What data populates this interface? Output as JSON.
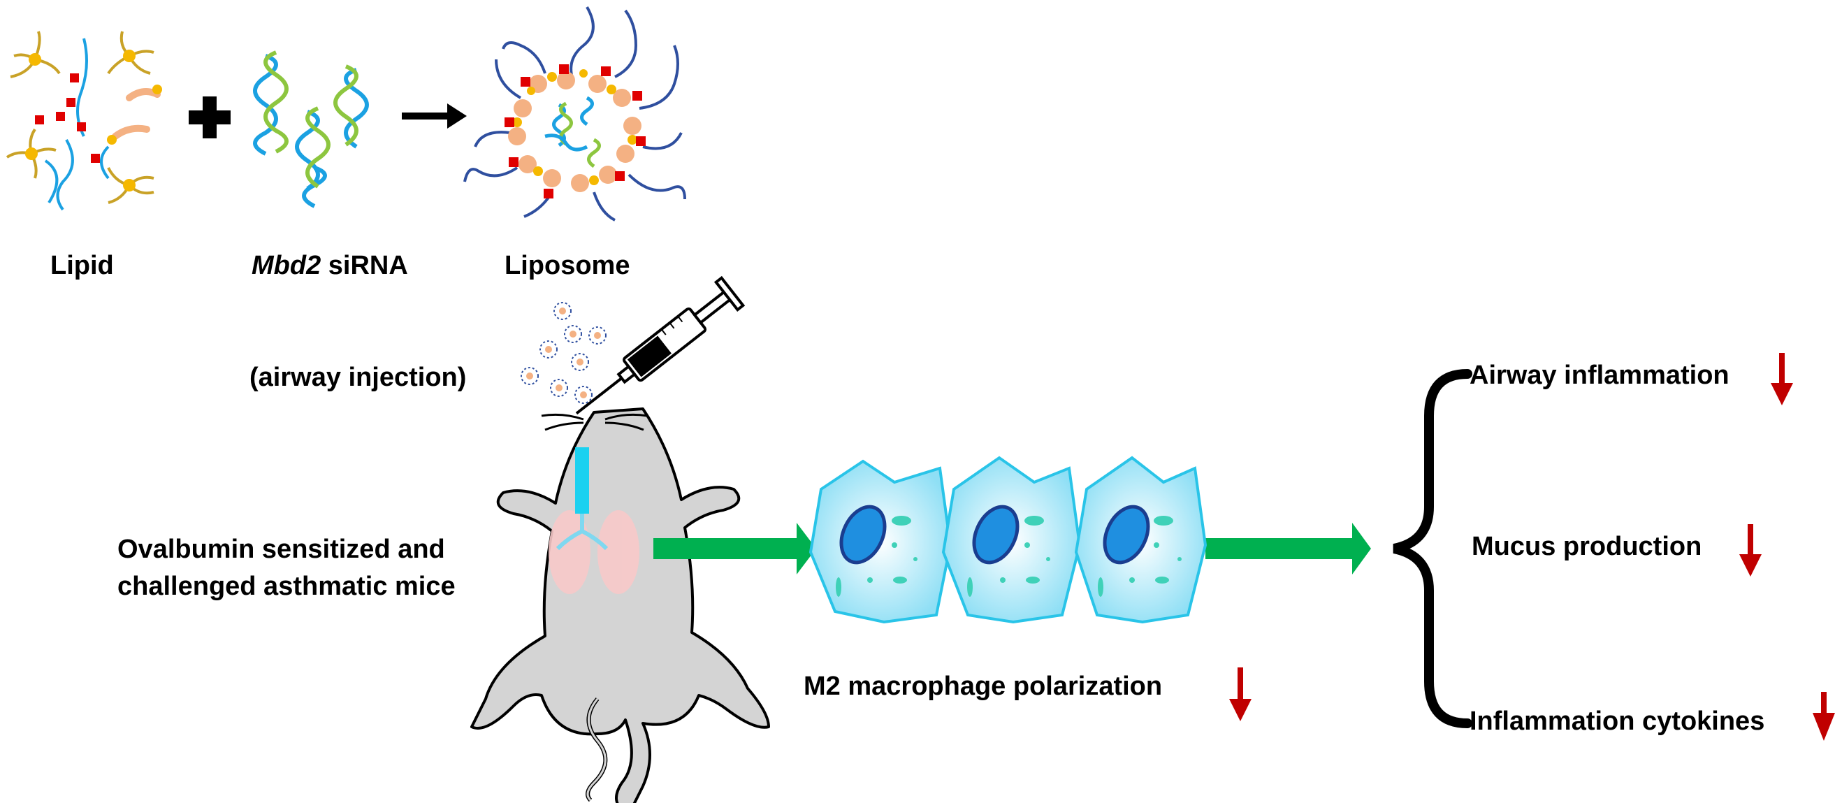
{
  "labels": {
    "lipid": "Lipid",
    "sirna_italic": "Mbd2",
    "sirna_rest": " siRNA",
    "liposome": "Liposome",
    "airway_injection": "(airway injection)",
    "mice_line1": "Ovalbumin sensitized and",
    "mice_line2": "challenged asthmatic mice",
    "m2": "M2 macrophage polarization"
  },
  "outcomes": [
    {
      "label": "Airway inflammation",
      "trend": "decrease"
    },
    {
      "label": "Mucus production",
      "trend": "decrease"
    },
    {
      "label": "Inflammation cytokines",
      "trend": "decrease"
    }
  ],
  "colors": {
    "flow_arrow": "#00b050",
    "down_arrow": "#c00000",
    "cell_outline": "#29c4e8",
    "cell_fill": "#bfeefa",
    "nucleus": "#1f8fe0",
    "mouse": "#d4d4d4",
    "lipid_tail": "#c9a227",
    "lipid_head": "#f5b800",
    "red_block": "#e00000",
    "peach": "#f4b183",
    "rna_blue": "#1ba1e2",
    "rna_green": "#8dc63f",
    "chain_blue": "#2f4f9f"
  },
  "icons": [
    "plus-icon",
    "right-arrow-icon",
    "syringe-icon",
    "down-arrow-icon",
    "brace-icon"
  ]
}
